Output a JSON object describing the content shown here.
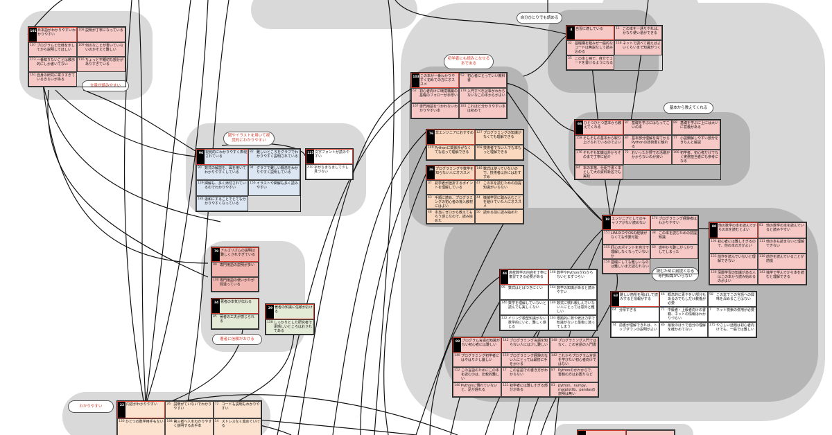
{
  "colors": {
    "blob": "#d9d9d9",
    "blob_dark": "#b5b5b5",
    "head_outline": "#d43a2a",
    "pink": "#f6c9c7",
    "blue": "#dbe6f2",
    "orange": "#f9d8bf",
    "green": "#e3ead6"
  },
  "bubbles": {
    "b1": "文章が読みやすい",
    "b2": "図やイラストを用いて視覚的にわかりやすい",
    "b3": "初学者にも読みこなせる本である",
    "b4": "自分ひとりでも読める",
    "b5": "基本から教えてくれる",
    "b6": "読むために前提となる専門知識がいらない",
    "b7": "著者に信頼がおける",
    "b8": "わかりやすい"
  },
  "groups": {
    "g101": [
      {
        "n": "101",
        "t": "日本語がわかりやすいわかりやすい"
      },
      {
        "n": "108",
        "t": "説明が丁寧になっている"
      },
      {
        "n": "107",
        "t": "プログラムと仕様を示してから説明してほしい"
      },
      {
        "n": "109",
        "t": "何のなことが書いていないのかそえて難しい"
      },
      {
        "n": "113",
        "t": "一番知りたいことは教示的にしか書いてない"
      },
      {
        "n": "116",
        "t": "ちょっと不親切な部分がありすぎている"
      },
      {
        "n": "161",
        "t": "自身の研究に寄りすぎているきらいがある"
      }
    ],
    "g96": [
      {
        "n": "96",
        "t": "視覚的にわかりやすく表現されている"
      },
      {
        "n": "82",
        "t": "難しいところをグラフでわかりやすく説明されている"
      },
      {
        "n": "90",
        "t": "数式の解説を、図を用いてわかりやすくしている"
      },
      {
        "n": "94",
        "t": "グラフで難しい概念をわかりやすく説明している"
      },
      {
        "n": "129",
        "t": "図解も、多く添付されているのでわかりやすい"
      },
      {
        "n": "156",
        "t": "イラストや図解も多く読みやすい"
      },
      {
        "n": "184",
        "t": "違和にすることでとても分かりやすくなっている"
      }
    ],
    "g125": [
      {
        "n": "125",
        "t": "文字フォントが読みやすい"
      },
      {
        "n": "X10",
        "t": "字がちまちまして少し見づらい"
      }
    ],
    "g79": [
      {
        "n": "79",
        "t": "アルゴリズムの説明は難しくされすぎている"
      },
      {
        "n": "99",
        "t": "専門用語の説明が多い"
      },
      {
        "n": "100",
        "t": "専門用語の使いかたが間違っている"
      }
    ],
    "g34": [
      {
        "n": "34",
        "t": "著者の本気が伝わる"
      },
      {
        "n": "85",
        "t": "著者の工夫が感じられる"
      }
    ],
    "g29": [
      {
        "n": "29",
        "t": "著者の知識に信頼がおける"
      },
      {
        "n": "158",
        "t": "しっかりとした研究者で素晴しいところはおされてある"
      }
    ],
    "g22": [
      {
        "n": "22",
        "t": "内容がわかりやすい"
      },
      {
        "n": "26",
        "t": "説明がていないでわかりやすい"
      },
      {
        "n": "72",
        "t": "コードも説明もわかりやすい"
      },
      {
        "n": "130",
        "t": "ひとつの数学用手もない"
      },
      {
        "n": "184",
        "t": "第三者へ人をわかりやすく説明するお手本"
      },
      {
        "n": "54",
        "t": "ストレスなく進めていける"
      }
    ],
    "g103": [
      {
        "n": "103",
        "t": "この本が一番わかりやすく初めての方にオススメ"
      },
      {
        "n": "52",
        "t": "初心者にとっていい教科書"
      },
      {
        "n": "62",
        "t": "初心者向けに環境構築の基礎のフォローが手厚い"
      },
      {
        "n": "178",
        "t": "入門すべき記事がわからないなこの本からがよい"
      },
      {
        "n": "167",
        "t": "専門用語をつかわないわかりやすい本"
      },
      {
        "n": "181",
        "t": "これほど分かりやすい本は初めて"
      }
    ],
    "g76": [
      {
        "n": "76",
        "t": "非エンジニアにおすすめ"
      },
      {
        "n": "127",
        "t": "プログラミングの知識がなくても理解できる"
      },
      {
        "n": "140",
        "t": "Pythonに関係外がなくても追って理解できる"
      },
      {
        "n": "168",
        "t": "技術者でない人でも本もっと理解できる"
      }
    ],
    "g36": [
      {
        "n": "36",
        "t": "プログラミングや数学を知らない人にオススメ"
      },
      {
        "n": "148",
        "t": "数式は使っていないので、技術者以外にはおすすめ"
      },
      {
        "n": "37",
        "t": "初学者が挫折するポイントを理解している"
      },
      {
        "n": "47",
        "t": "この本を読むための前提知識がいらない"
      },
      {
        "n": "43",
        "t": "手順に読め、プログラミングの初心者の導入教材にはよい"
      },
      {
        "n": "44",
        "t": "機械学習に踏み込むことを避けていた人にオススメ"
      },
      {
        "n": "48",
        "t": "本当にゼロから教えてもらう感じなので、読み始めた"
      },
      {
        "n": "50",
        "t": "読める前に読み始めた"
      }
    ],
    "g4": [
      {
        "n": "4",
        "t": "自習に適している"
      },
      {
        "n": "11",
        "t": "この本を一通りやれば、かなり使い道ができる"
      },
      {
        "n": "32",
        "t": "基礎構を踏みぜ一般的なコードは無説なして読み込める"
      },
      {
        "n": "118",
        "t": "ネットで調べて補えばよいくらいまで知識がつく"
      },
      {
        "n": "35",
        "t": "この本１冊で、自分でコードを書けるようになる"
      }
    ],
    "g66": [
      {
        "n": "66",
        "t": "ひとつひとつ基本から教えてくれる"
      },
      {
        "n": "87",
        "t": "基礎を学ぶにはもってこいの本"
      },
      {
        "n": "89",
        "t": "基礎を学ぶに上には大いに意義がある"
      },
      {
        "n": "158",
        "t": "そもそもの基本から取り上げられているのでよい"
      },
      {
        "n": "87",
        "t": "基本部分理解を得てからPythonの技術書に触れる"
      },
      {
        "n": "77",
        "t": "小説鋼解しやすい部分をきちんと解説"
      },
      {
        "n": "176",
        "t": "そもそも知識以外からそのまで丁寧に紹介"
      },
      {
        "n": "72",
        "t": "おいった分野での活躍がかからないのが良い"
      },
      {
        "n": "166",
        "t": "初学者、初心者だけでなく実務担当者にも参考になる"
      },
      {
        "n": "84",
        "t": "本の本格、仕組で書く本として大の資料新名でも実践"
      }
    ],
    "g18": [
      {
        "n": "18",
        "t": "エンジニアとしてのキャリアがない読めない"
      },
      {
        "n": "174",
        "t": "プログラミング経験者はわかりやすい"
      },
      {
        "n": "151",
        "t": "LINUXカやOSの経験がなくても作業可能"
      },
      {
        "n": "38",
        "t": "この本を読むための前提知識"
      },
      {
        "n": "155",
        "t": "肝心のポイントを自分で理解しなくなっていないか"
      },
      {
        "n": "60",
        "t": "途中から難しがっかりしてしまった"
      },
      {
        "n": "150",
        "t": "基礎にしても難しいものは難しいまだ読むれない"
      }
    ],
    "g80": [
      {
        "n": "80",
        "t": "他の数学の本を読んでからの本を読むとよい"
      },
      {
        "n": "81",
        "t": "他の数学の本を読んでいると読みやすい"
      },
      {
        "n": "104",
        "t": "初心者には難しすぎるので、他の本の方がよい"
      },
      {
        "n": "111",
        "t": "他の本も読まないと理解できない"
      },
      {
        "n": "131",
        "t": "前作を読んでいないと理解できない"
      },
      {
        "n": "110",
        "t": "前作を読んでいることが前提"
      },
      {
        "n": "136",
        "t": "深層学習の知識がある人はこの本から読み始めるのがよい"
      },
      {
        "n": "143",
        "t": "独学で学んでから本を読むと理解できる"
      }
    ],
    "g44": [
      {
        "n": "44",
        "t": "高校数学の内容を丁寧に復習できる必要がある"
      },
      {
        "n": "168",
        "t": "数学やPythonがわからないとまずつらい"
      },
      {
        "n": "95",
        "t": "数式はとばつきにくい"
      },
      {
        "n": "164",
        "t": "数学の知識があると読みやすい"
      },
      {
        "n": "140",
        "t": "数学を理解していないと読んでも実しくない"
      },
      {
        "n": "180",
        "t": "数式に慣れ親しんでいない人にとっては意外と難しい"
      },
      {
        "n": "132",
        "t": "イジング模型知識がない数学的にいと、難しく感じる"
      },
      {
        "n": "163",
        "t": "根拠的に数や統計力学で知識がないと最後に迷ってしまう"
      }
    ],
    "g63": [
      {
        "n": "63",
        "t": "難しい箇所を飛ばして読みすると情報がする"
      },
      {
        "n": "46",
        "t": "概念的に素やをい部分もあるのでもしだけ教養が必要"
      },
      {
        "n": "58",
        "t": "この本でこの言語への興味を深めることはない"
      },
      {
        "n": "64",
        "t": "分厚すぎる"
      },
      {
        "n": "71",
        "t": "中級者・上級者向けの書籍、ネットの情報はわかりづらい"
      },
      {
        "n": "7",
        "t": "ネット検索の併用が必要"
      },
      {
        "n": "74",
        "t": "前書が理解できれば、トップダウンの説明がよい"
      },
      {
        "n": "86",
        "t": "最後のほうで自分の理解を確かめてない"
      },
      {
        "n": "175",
        "t": "やさしい話題は初心者向けでも、一般では難しい"
      }
    ],
    "g88": [
      {
        "n": "88",
        "t": "プログラム言語の知識がない初心者には難しい"
      },
      {
        "n": "142",
        "t": "プログラミング言語を知らない人には少し難しい"
      },
      {
        "n": "148",
        "t": "プログラミング入門ではなく、この言語の入門書"
      },
      {
        "n": "140",
        "t": "プログラミング初学者にはやはり少し厳しい"
      },
      {
        "n": "150",
        "t": "プログラミング経験のない人にとっては最初に手をかける"
      },
      {
        "n": "142",
        "t": "これからプログラム言語を学びたい初心者向けではない"
      },
      {
        "n": "152",
        "t": "この言語のためにこの本を読むのは、比較的難しい"
      },
      {
        "n": "17",
        "t": "この言語での書き方がわからない"
      },
      {
        "n": "87",
        "t": "Pythonのかわからで、書籍の方はお困りなど"
      },
      {
        "n": "140",
        "t": "Pythonに慣れていないと、足が遅れる"
      },
      {
        "n": "121",
        "t": "初学者には難しすぎる部分がある"
      },
      {
        "n": "81",
        "t": "python、numpy、matplotlib、pandasの説明は無い"
      }
    ]
  }
}
